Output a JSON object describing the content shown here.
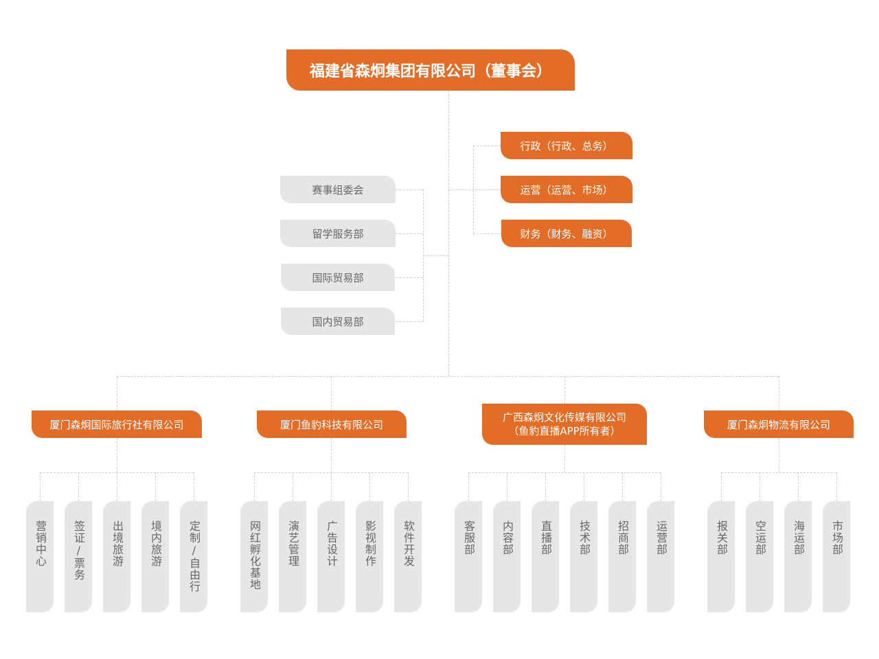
{
  "board": "福建省森炯集团有限公司（董事会）",
  "right_departments": [
    "行政（行政、总务）",
    "运营（运营、市场）",
    "财务（财务、融资）"
  ],
  "left_departments": [
    "赛事组委会",
    "留学服务部",
    "国际贸易部",
    "国内贸易部"
  ],
  "companies": [
    {
      "name": "厦门森炯国际旅行社有限公司",
      "departments": [
        "营销中心",
        "签证/票务",
        "出境旅游",
        "境内旅游",
        "定制/自由行"
      ]
    },
    {
      "name": "厦门鱼豹科技有限公司",
      "departments": [
        "网红孵化基地",
        "演艺管理",
        "广告设计",
        "影视制作",
        "软件开发"
      ]
    },
    {
      "name": "广西森炯文化传媒有限公司",
      "name_line2": "（鱼豹直播APP所有者）",
      "departments": [
        "客服部",
        "内容部",
        "直播部",
        "技术部",
        "招商部",
        "运营部"
      ]
    },
    {
      "name": "厦门森炯物流有限公司",
      "departments": [
        "报关部",
        "空运部",
        "海运部",
        "市场部"
      ]
    }
  ],
  "colors": {
    "accent": "#e36c27",
    "box_gray": "#e6e6e6",
    "text_gray": "#666666",
    "line": "#cfcfcf"
  }
}
